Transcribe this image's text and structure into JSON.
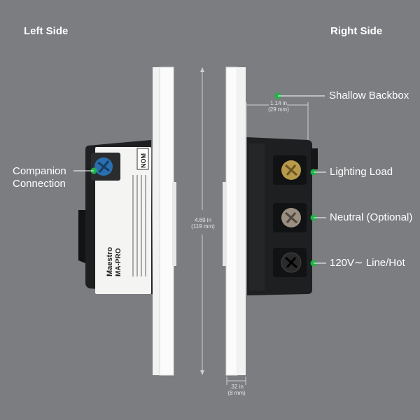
{
  "headings": {
    "left": "Left Side",
    "right": "Right Side"
  },
  "callouts": {
    "companion": [
      "Companion",
      "Connection"
    ],
    "shallow_backbox": "Shallow Backbox",
    "lighting_load": "Lighting Load",
    "neutral": "Neutral (Optional)",
    "line_hot": "120V∼ Line/Hot"
  },
  "dimensions": {
    "depth": [
      "1.14 in",
      "(29 mm)"
    ],
    "height": [
      "4.69 in",
      "(119 mm)"
    ],
    "plate": [
      ".32 in",
      "(8 mm)"
    ]
  },
  "device_label": {
    "brand": "Maestro",
    "model": "MA-PRO",
    "nom": "NOM"
  },
  "colors": {
    "background": "#7b7d80",
    "accent_dot": "#1fb24a",
    "body": "#1e1f20",
    "plate": "#f7f7f7",
    "screw_blue": "#2a6fb0",
    "screw_brass": "#b89a4a",
    "screw_silver": "#9a8f80",
    "screw_black": "#1a1a1a"
  }
}
